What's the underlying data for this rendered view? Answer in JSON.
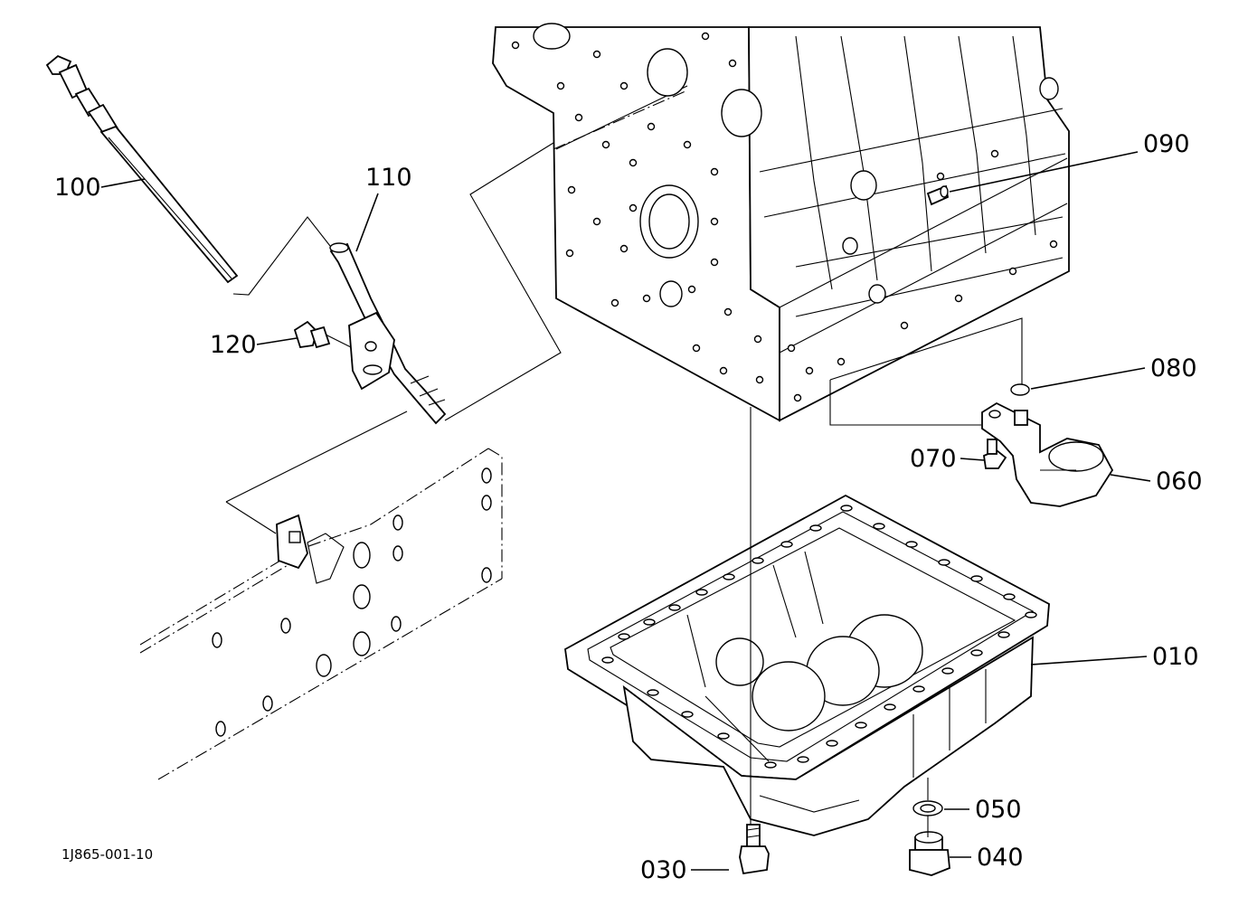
{
  "diagram": {
    "drawing_code": "1J865-001-10",
    "callouts": [
      {
        "id": "090",
        "text": "090",
        "part": "plug"
      },
      {
        "id": "100",
        "text": "100",
        "part": "oil-level-gauge"
      },
      {
        "id": "110",
        "text": "110",
        "part": "gauge-guide-pipe"
      },
      {
        "id": "120",
        "text": "120",
        "part": "bolt"
      },
      {
        "id": "080",
        "text": "080",
        "part": "o-ring"
      },
      {
        "id": "070",
        "text": "070",
        "part": "bolt"
      },
      {
        "id": "060",
        "text": "060",
        "part": "oil-strainer"
      },
      {
        "id": "010",
        "text": "010",
        "part": "oil-pan"
      },
      {
        "id": "050",
        "text": "050",
        "part": "gasket"
      },
      {
        "id": "040",
        "text": "040",
        "part": "drain-plug"
      },
      {
        "id": "030",
        "text": "030",
        "part": "bolt"
      }
    ]
  }
}
